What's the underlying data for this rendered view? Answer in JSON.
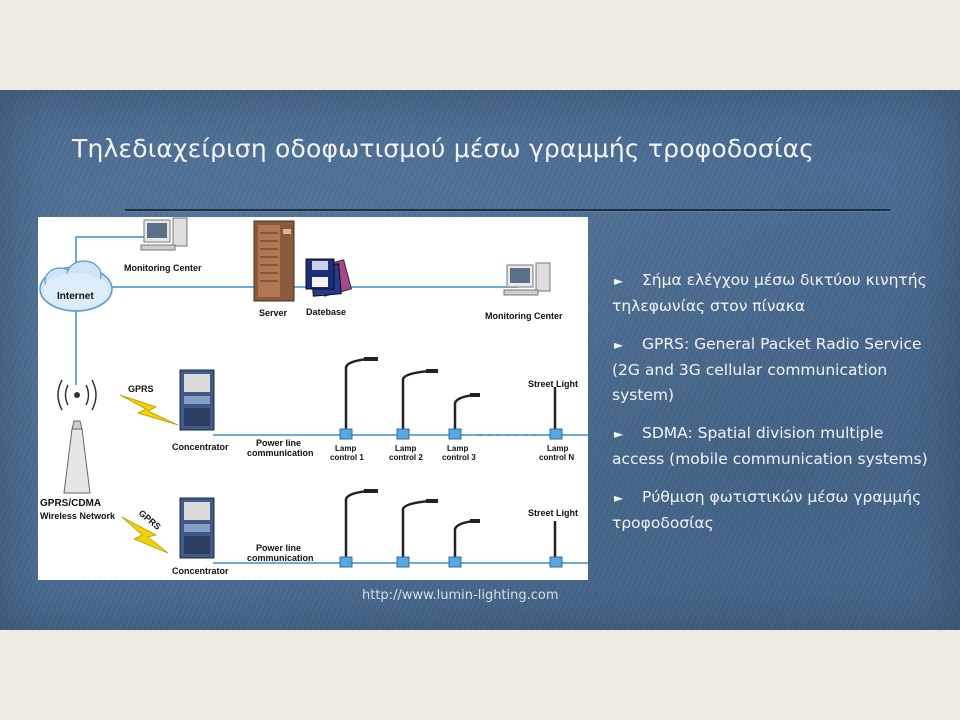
{
  "slide": {
    "title": "Τηλεδιαχείριση οδοφωτισμού μέσω γραμμής τροφοδοσίας",
    "source_url": "http://www.lumin-lighting.com",
    "bullet_marker": "►",
    "bullets": [
      {
        "text": "Σήμα ελέγχου μέσω δικτύου κινητής τηλεφωνίας στον πίνακα"
      },
      {
        "text": "GPRS: General Packet Radio Service (2G and 3G cellular communication system)"
      },
      {
        "text": "SDMA: Spatial division multiple access  (mobile communication systems)"
      },
      {
        "text": "Ρύθμιση φωτιστικών μέσω γραμμής τροφοδοσίας"
      }
    ]
  },
  "diagram": {
    "internet": "Internet",
    "monitoring_center_left": "Monitoring Center",
    "server": "Server",
    "database": "Datebase",
    "monitoring_center_right": "Monitoring Center",
    "gprs_top": "GPRS",
    "gprs_bottom": "GPRS",
    "tower_line1": "GPRS/CDMA",
    "tower_line2": "Wireless Network",
    "concentrator_top": "Concentrator",
    "concentrator_bottom": "Concentrator",
    "power_line_top_1": "Power line",
    "power_line_top_2": "communication",
    "power_line_bottom_1": "Power line",
    "power_line_bottom_2": "communication",
    "street_light_top": "Street Light",
    "street_light_bottom": "Street Light",
    "lamp1_line1": "Lamp",
    "lamp1_line2": "control 1",
    "lamp2_line1": "Lamp",
    "lamp2_line2": "control 2",
    "lamp3_line1": "Lamp",
    "lamp3_line2": "control 3",
    "lampN_line1": "Lamp",
    "lampN_line2": "control N"
  },
  "colors": {
    "slide_bg": "#4b6d93",
    "page_bg": "#eeebe3",
    "network_line": "#3d8fcf",
    "lightning": "#f2d200"
  }
}
